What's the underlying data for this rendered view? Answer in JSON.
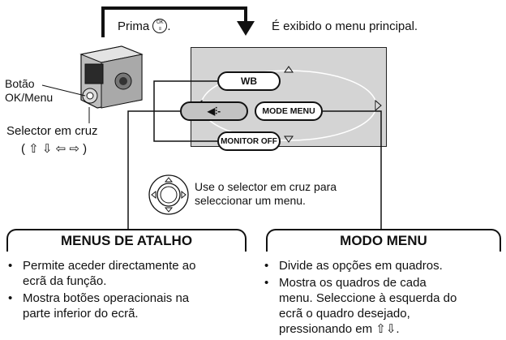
{
  "top": {
    "press_prefix": "Prima",
    "press_suffix": ".",
    "ok_icon": "ok-button-icon",
    "result_text": "É exibido o menu principal."
  },
  "camera": {
    "button_label_line1": "Botão",
    "button_label_line2": "OK/Menu",
    "selector_label": "Selector em cruz",
    "selector_icons_open": "(",
    "selector_icons_close": ")"
  },
  "screen": {
    "top_item": "WB",
    "left_item_icon": "shortcut-arrow-icon",
    "right_item": "MODE MENU",
    "bottom_item": "MONITOR OFF"
  },
  "instruction": {
    "line1": "Use o selector em cruz para",
    "line2": "seleccionar um menu."
  },
  "left_section": {
    "title": "MENUS DE ATALHO",
    "bullets": [
      [
        "Permite aceder directamente ao",
        "ecrã da função."
      ],
      [
        "Mostra botões operacionais na",
        "parte inferior do ecrã."
      ]
    ]
  },
  "right_section": {
    "title": "MODO MENU",
    "bullets": [
      [
        "Divide as opções em quadros."
      ],
      [
        "Mostra os quadros de cada",
        "menu. Seleccione à esquerda do",
        "ecrã o quadro desejado,",
        "pressionando em"
      ]
    ]
  }
}
